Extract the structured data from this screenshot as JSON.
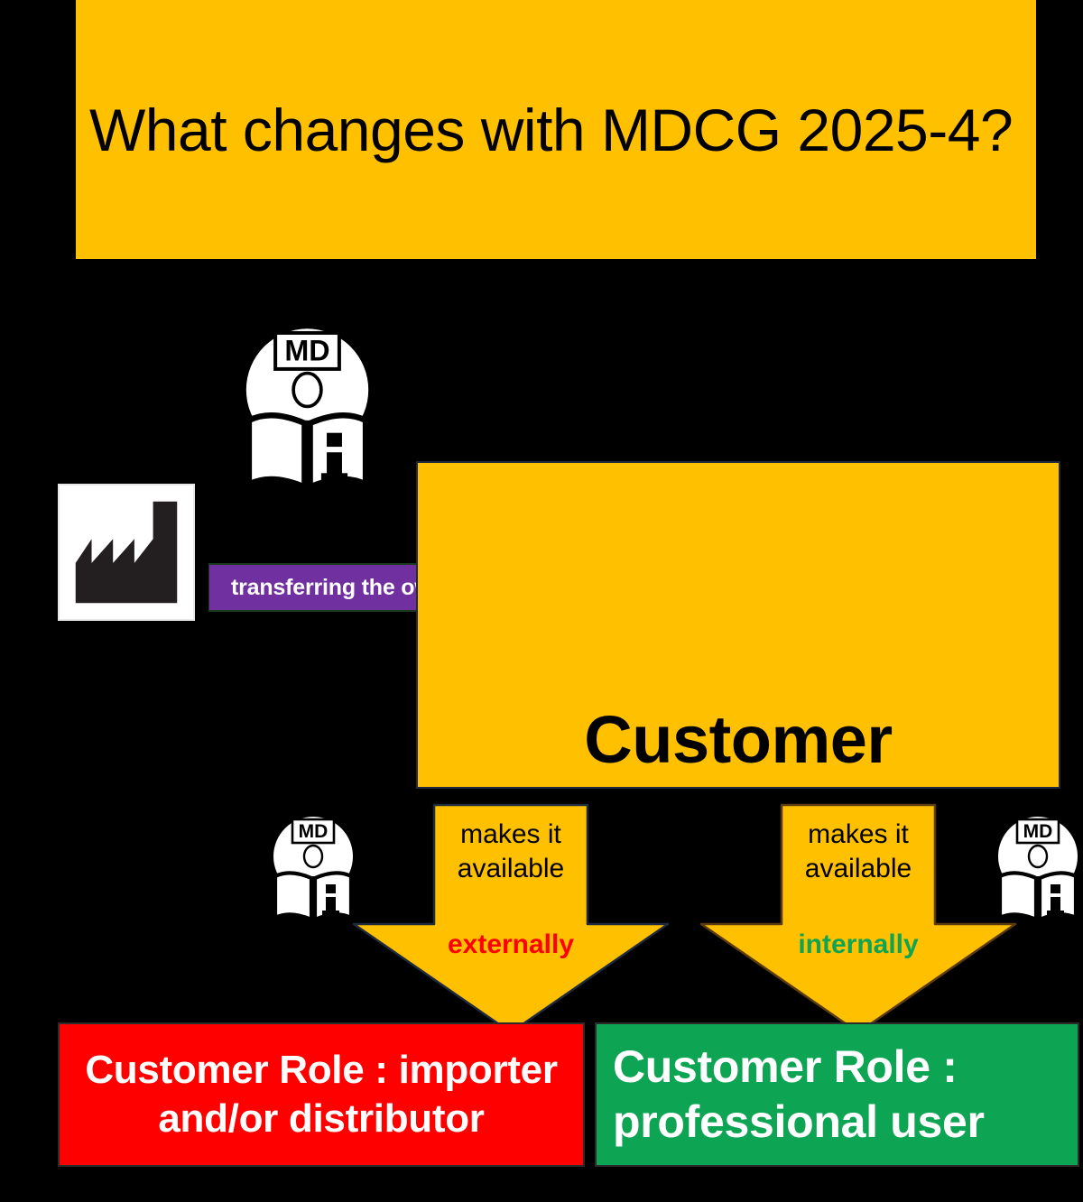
{
  "slide": {
    "background_color": "#000000",
    "title": {
      "text": "What changes with MDCG 2025-4?",
      "background_color": "#FFC000",
      "text_color": "#000000"
    },
    "customer": {
      "label": "Customer",
      "background_color": "#FFC000",
      "text_color": "#000000"
    },
    "transfer_arrow": {
      "label": "transferring the ownership or other rights",
      "color": "#7030A0",
      "text_color": "#FFFFFF",
      "direction": "right"
    },
    "branches": [
      {
        "id": "external",
        "line1": "makes it",
        "line2": "available",
        "emphasis": "externally",
        "emphasis_color": "#FF0000",
        "arrow_color": "#FFC000",
        "direction": "down"
      },
      {
        "id": "internal",
        "line1": "makes it",
        "line2": "available",
        "emphasis": "internally",
        "emphasis_color": "#0DA453",
        "arrow_color": "#FFC000",
        "direction": "down"
      }
    ],
    "roles": [
      {
        "id": "importer-distributor",
        "line1": "Customer Role : importer",
        "line2": "and/or distributor",
        "background_color": "#FF0000",
        "text_color": "#FFFFFF"
      },
      {
        "id": "professional-user",
        "line1": "Customer Role :",
        "line2": "professional user",
        "background_color": "#0DA453",
        "text_color": "#FFFFFF"
      }
    ],
    "icons": {
      "manufacturer": {
        "name": "manufacturer-factory-icon",
        "alt": "Manufacturer symbol (factory)"
      },
      "md_ifu": {
        "name": "md-instructions-for-use-icon",
        "badge": "MD",
        "alt": "Medical Device - consult instructions for use"
      }
    }
  }
}
